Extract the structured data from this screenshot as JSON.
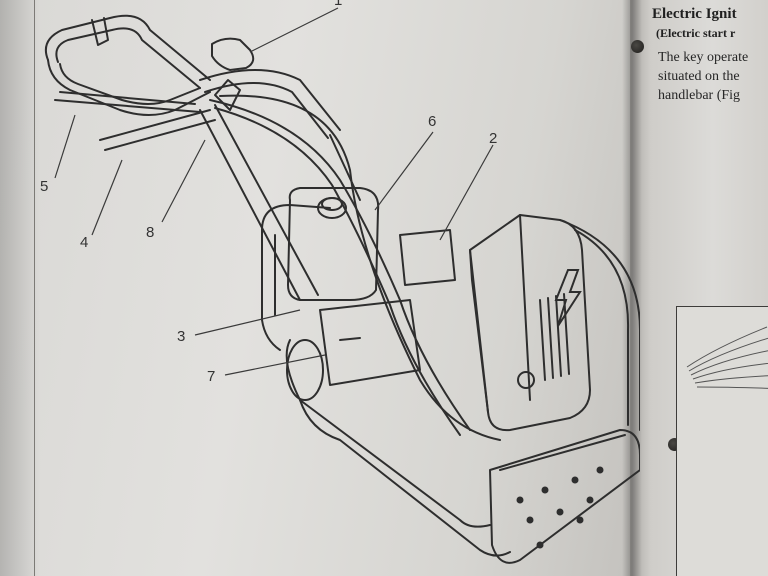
{
  "right_page": {
    "heading": "Electric Ignit",
    "subheading": "(Electric start r",
    "lines": [
      "The key operate",
      "situated on the",
      "handlebar (Fig"
    ]
  },
  "callouts": [
    {
      "id": "1",
      "label": "1"
    },
    {
      "id": "2",
      "label": "2"
    },
    {
      "id": "3",
      "label": "3"
    },
    {
      "id": "4",
      "label": "4"
    },
    {
      "id": "5",
      "label": "5"
    },
    {
      "id": "6",
      "label": "6"
    },
    {
      "id": "7",
      "label": "7"
    },
    {
      "id": "8",
      "label": "8"
    }
  ],
  "icons": {
    "lightning": "lightning-bolt-icon"
  }
}
